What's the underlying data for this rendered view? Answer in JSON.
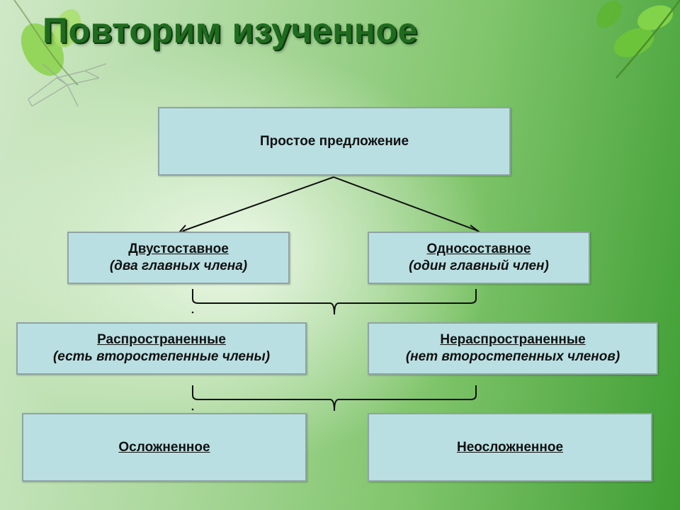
{
  "title": "Повторим изученное",
  "root": {
    "label": "Простое предложение"
  },
  "level1": [
    {
      "label": "Двустоставное",
      "sub": "(два главных члена)"
    },
    {
      "label": "Односоставное",
      "sub": "(один главный член)"
    }
  ],
  "level2": [
    {
      "label": "Распространенные",
      "sub": "(есть второстепенные члены)"
    },
    {
      "label": "Нераспространенные",
      "sub": "(нет второстепенных членов)"
    }
  ],
  "level3": [
    {
      "label": "Осложненное "
    },
    {
      "label": "Неосложненное "
    }
  ],
  "colors": {
    "box_fill": "#b9dfe2",
    "box_border": "#8fa3a6",
    "title_green": "#1f6b1f",
    "background_green": "#3f9e34"
  }
}
